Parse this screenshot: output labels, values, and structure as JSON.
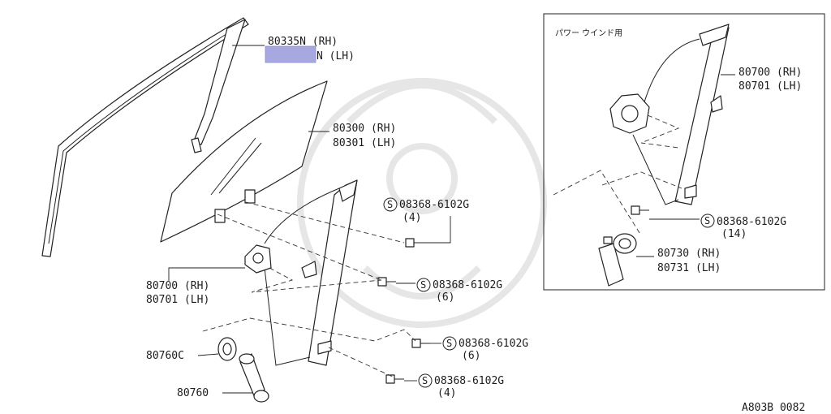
{
  "callouts": {
    "regulator_channel": {
      "line1": "80335N (RH)",
      "line2": "N (LH)"
    },
    "glass": {
      "line1": "80300 (RH)",
      "line2": "80301 (LH)"
    },
    "regulator": {
      "line1": "80700 (RH)",
      "line2": "80701 (LH)"
    },
    "bolt_a": {
      "part": "08368-6102G",
      "qty": "(4)"
    },
    "bolt_b": {
      "part": "08368-6102G",
      "qty": "(6)"
    },
    "bolt_c": {
      "part": "08368-6102G",
      "qty": "(6)"
    },
    "bolt_d": {
      "part": "08368-6102G",
      "qty": "(4)"
    },
    "escutcheon": {
      "line1": "80760C"
    },
    "handle": {
      "line1": "80760"
    }
  },
  "inset": {
    "title": "パワー ウインド用",
    "regulator": {
      "line1": "80700 (RH)",
      "line2": "80701 (LH)"
    },
    "bolt": {
      "part": "08368-6102G",
      "qty": "(14)"
    },
    "motor": {
      "line1": "80730 (RH)",
      "line2": "80731 (LH)"
    }
  },
  "screw_symbol": "S",
  "diagram_code": "A803B 0082",
  "colors": {
    "redaction_box": "#a8a8e0",
    "line": "#222222"
  }
}
